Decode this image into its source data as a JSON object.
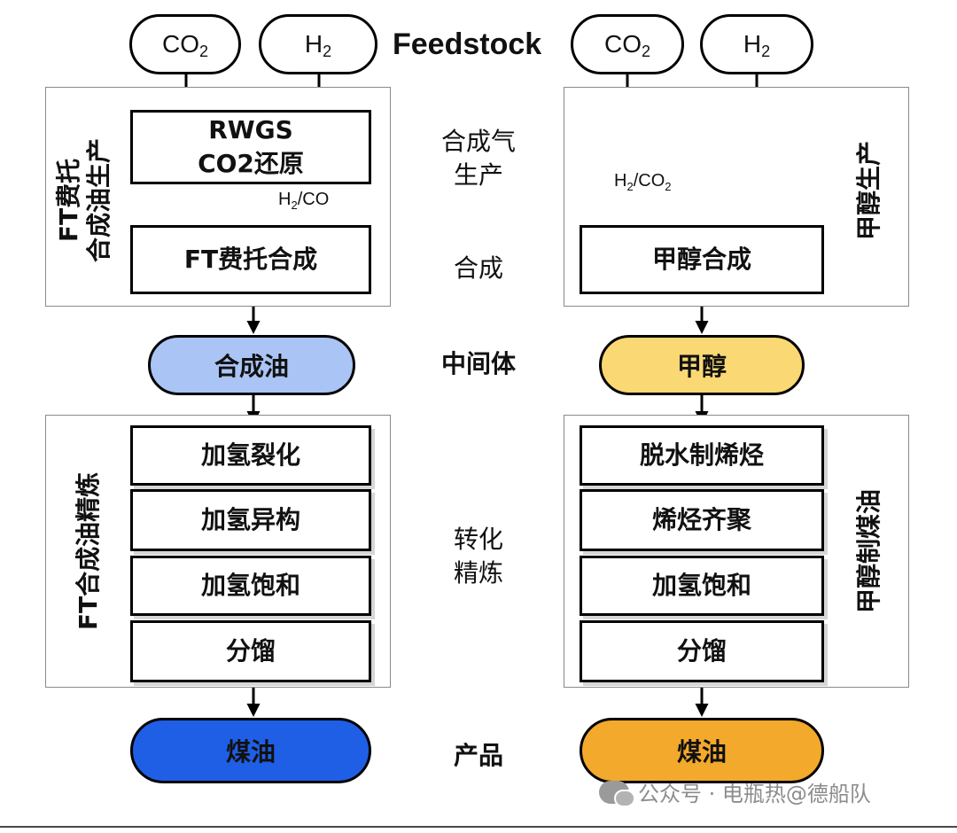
{
  "feedstock": {
    "title": "Feedstock",
    "left_co2": "CO",
    "left_co2_sub": "2",
    "left_h2": "H",
    "left_h2_sub": "2",
    "right_co2": "CO",
    "right_co2_sub": "2",
    "right_h2": "H",
    "right_h2_sub": "2"
  },
  "stages": {
    "syngas_line1": "合成气",
    "syngas_line2": "生产",
    "synthesis": "合成",
    "intermediate": "中间体",
    "conversion_line1": "转化",
    "conversion_line2": "精炼",
    "product": "产品"
  },
  "left_route": {
    "section1_title_line1": "FT费托",
    "section1_title_line2": "合成油生产",
    "rwgs_line1": "RWGS",
    "rwgs_line2": "CO2还原",
    "flow_label_a": "H",
    "flow_label_sub": "2",
    "flow_label_b": "/CO",
    "ft_synthesis": "FT费托合成",
    "intermediate": "合成油",
    "section2_title": "FT合成油精炼",
    "steps": [
      "加氢裂化",
      "加氢异构",
      "加氢饱和",
      "分馏"
    ],
    "product": "煤油"
  },
  "right_route": {
    "section1_title": "甲醇生产",
    "flow_label_a": "H",
    "flow_label_sub": "2",
    "flow_label_b": "/CO",
    "flow_label_sub2": "2",
    "methanol_synthesis": "甲醇合成",
    "intermediate": "甲醇",
    "section2_title": "甲醇制煤油",
    "steps": [
      "脱水制烯烃",
      "烯烃齐聚",
      "加氢饱和",
      "分馏"
    ],
    "product": "煤油"
  },
  "watermark": "公众号 · 电瓶热@德船队",
  "colors": {
    "left_intermediate": "#a9c4f5",
    "left_product": "#1f5fe6",
    "right_intermediate": "#fad874",
    "right_product": "#f2a92c",
    "panel_border": "#8a8a8a"
  }
}
